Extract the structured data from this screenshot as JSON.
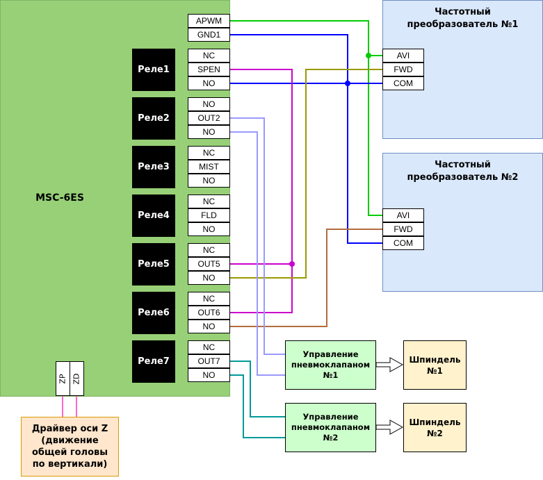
{
  "controller": {
    "title": "MSC-6ES",
    "top_pins": [
      "APWM",
      "GND1"
    ],
    "relays": [
      {
        "label": "Реле1",
        "pins": [
          "NC",
          "SPEN",
          "NO"
        ]
      },
      {
        "label": "Реле2",
        "pins": [
          "NO",
          "OUT2",
          "NO"
        ]
      },
      {
        "label": "Реле3",
        "pins": [
          "NC",
          "MIST",
          "NO"
        ]
      },
      {
        "label": "Реле4",
        "pins": [
          "NC",
          "FLD",
          "NO"
        ]
      },
      {
        "label": "Реле5",
        "pins": [
          "NC",
          "OUT5",
          "NO"
        ]
      },
      {
        "label": "Реле6",
        "pins": [
          "NC",
          "OUT6",
          "NO"
        ]
      },
      {
        "label": "Реле7",
        "pins": [
          "NC",
          "OUT7",
          "NO"
        ]
      }
    ],
    "bottom_pins": [
      "ZP",
      "ZD"
    ]
  },
  "vfds": [
    {
      "title": "Частотный\nпреобразователь №1",
      "line1": "Частотный",
      "line2": "преобразователь №1",
      "pins": [
        "AVI",
        "FWD",
        "COM"
      ]
    },
    {
      "title": "Частотный\nпреобразователь №2",
      "line1": "Частотный",
      "line2": "преобразователь №2",
      "pins": [
        "AVI",
        "FWD",
        "COM"
      ]
    }
  ],
  "valves": [
    {
      "label": "Управление\nпневмоклапаном\n№1"
    },
    {
      "label": "Управление\nпневмоклапаном\n№2"
    }
  ],
  "spindles": [
    {
      "label": "Шпиндель\n№1"
    },
    {
      "label": "Шпиндель\n№2"
    }
  ],
  "z_driver": {
    "label": "Драйвер оси Z\n(движение\nобщей головы\nпо вертикали)"
  },
  "wire_colors": {
    "apwm_avi": "#00cc00",
    "gnd_com": "#0000ff",
    "spen": "#cc00cc",
    "fwd1": "#999900",
    "fwd2": "#b46c3c",
    "valve1": "#9999ff",
    "valve2": "#009999",
    "z": "#ff66cc"
  }
}
